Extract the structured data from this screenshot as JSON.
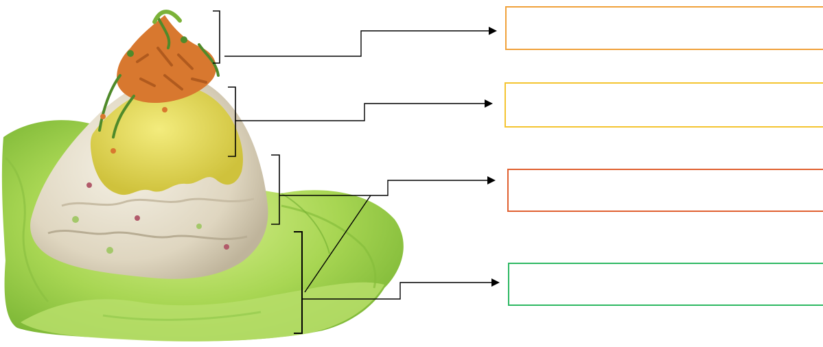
{
  "diagram": {
    "image_subject": "salad-on-lettuce-photo",
    "label_boxes": [
      {
        "id": "box-1",
        "text": "",
        "border_color": "#f0a13a"
      },
      {
        "id": "box-2",
        "text": "",
        "border_color": "#f4c430"
      },
      {
        "id": "box-3",
        "text": "",
        "border_color": "#e06030"
      },
      {
        "id": "box-4",
        "text": "",
        "border_color": "#2db862"
      }
    ],
    "colors": {
      "lettuce_light": "#c4e57a",
      "lettuce_mid": "#9fd04a",
      "lettuce_dark": "#6fae2e",
      "salad_body": "#e8e2d2",
      "salad_shadow": "#cfc6b0",
      "dressing": "#e5da5a",
      "garnish_orange": "#d8782f",
      "garnish_green": "#4f8a2a",
      "connector": "#000000"
    }
  }
}
